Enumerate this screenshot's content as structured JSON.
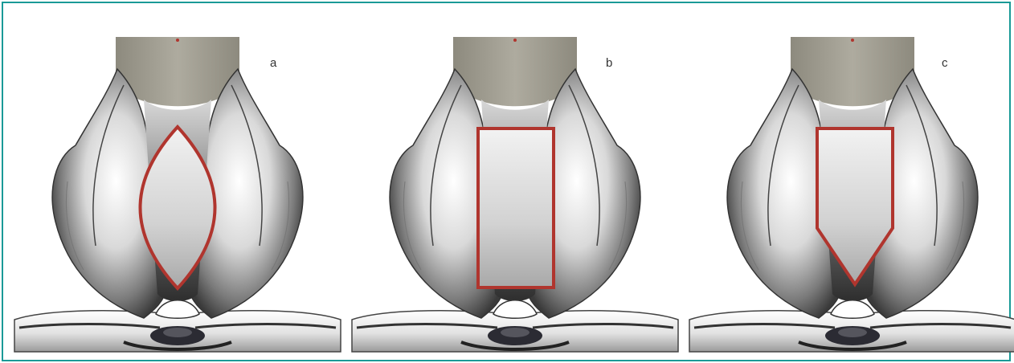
{
  "colors": {
    "border": "#1a9a97",
    "outline": "#b0352e",
    "tissue": "#9a978a",
    "bone_dark": "#2a2a2a",
    "bone_light": "#f4f4f4"
  },
  "panels": [
    {
      "label": "a",
      "shape": "lens"
    },
    {
      "label": "b",
      "shape": "rectangle"
    },
    {
      "label": "c",
      "shape": "pentagon"
    }
  ]
}
